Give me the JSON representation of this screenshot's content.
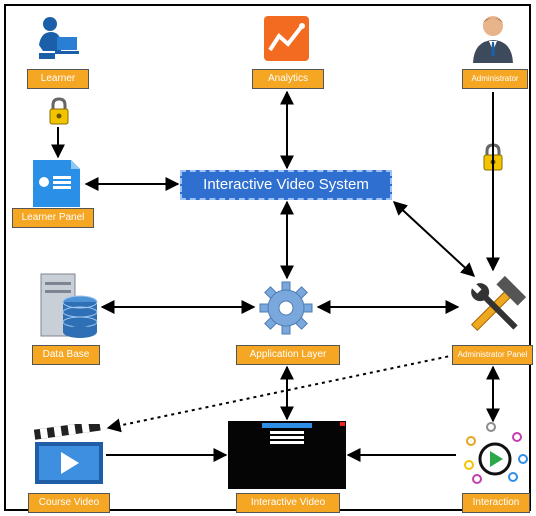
{
  "central": {
    "label": "Interactive Video System"
  },
  "nodes": {
    "learner": "Learner",
    "analytics": "Analytics",
    "administrator": "Administrator",
    "learner_panel": "Learner Panel",
    "data_base": "Data Base",
    "application_layer": "Application Layer",
    "administrator_panel": "Administrator Panel",
    "course_video": "Course Video",
    "interactive_video": "Interactive Video",
    "interaction": "Interaction"
  },
  "colors": {
    "label_bg": "#f5a623",
    "central_bg": "#2f6fd0",
    "arrow": "#000000",
    "lock": "#f2c400"
  },
  "icons": [
    "learner-icon",
    "analytics-icon",
    "administrator-icon",
    "lock-icon",
    "learner-panel-icon",
    "database-icon",
    "gear-icon",
    "tools-icon",
    "clapperboard-icon",
    "video-screen-icon",
    "play-interaction-icon"
  ]
}
